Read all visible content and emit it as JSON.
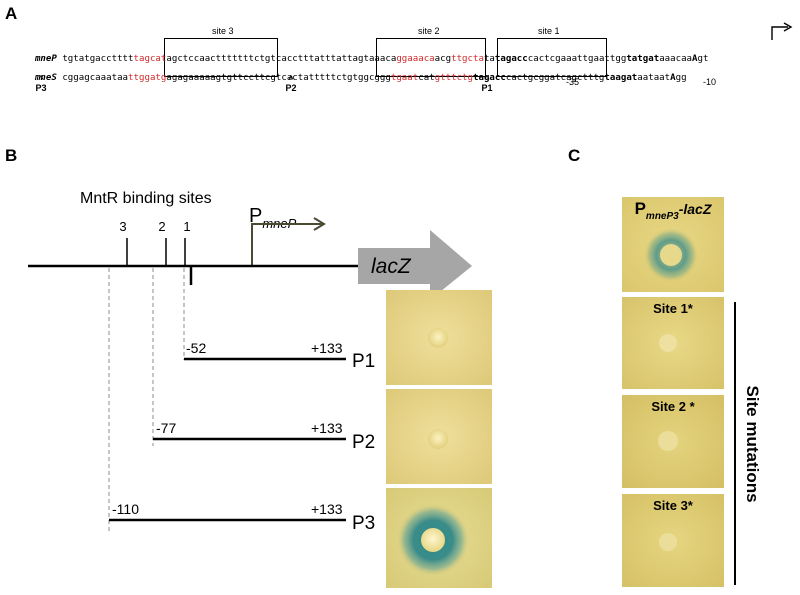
{
  "panels": {
    "a": "A",
    "b": "B",
    "c": "C"
  },
  "panel_a": {
    "sites": [
      "site 3",
      "site 2",
      "site 1"
    ],
    "row1": {
      "name": "mneP",
      "segments": [
        {
          "t": " tgtatgacctttt",
          "s": ""
        },
        {
          "t": "tagcat",
          "s": "r"
        },
        {
          "t": "agctccaactttttttctgtcacctttattta",
          "s": ""
        },
        {
          "t": "ttagtaaaca",
          "s": ""
        },
        {
          "t": "ggaaaca",
          "s": "r"
        },
        {
          "t": "acg",
          "s": ""
        },
        {
          "t": "ttgcta",
          "s": "r"
        },
        {
          "t": "ta",
          "s": ""
        },
        {
          "t": "tagacc",
          "s": "b"
        },
        {
          "t": "cactcgaaattgaattgg",
          "s": ""
        },
        {
          "t": "tatgat",
          "s": "b"
        },
        {
          "t": "aaacaa",
          "s": ""
        },
        {
          "t": "A",
          "s": "b"
        },
        {
          "t": "gt",
          "s": ""
        }
      ]
    },
    "row2": {
      "name": "mneS",
      "segments": [
        {
          "t": " cggagcaaataa",
          "s": ""
        },
        {
          "t": "ttggatg",
          "s": "r"
        },
        {
          "t": "agagaaaaagtgttccttcgtcactatttttctgtggcggg",
          "s": ""
        },
        {
          "t": "tgaat",
          "s": "r"
        },
        {
          "t": "cat",
          "s": ""
        },
        {
          "t": "gtttctg",
          "s": "r"
        },
        {
          "t": "tagacc",
          "s": "b"
        },
        {
          "t": "cactgcggatcagctttg",
          "s": ""
        },
        {
          "t": "taagat",
          "s": "b"
        },
        {
          "t": "aataat",
          "s": ""
        },
        {
          "t": "A",
          "s": "b"
        },
        {
          "t": "gg",
          "s": ""
        }
      ]
    },
    "primers": [
      "P3",
      "P2",
      "P1"
    ],
    "box_minus35": "-35",
    "box_minus10": "-10"
  },
  "panel_b": {
    "binding_title": "MntR binding sites",
    "site_numbers": [
      "3",
      "2",
      "1"
    ],
    "promoter_main": "P",
    "promoter_sub": "mneP",
    "reporter": "lacZ",
    "constructs": [
      {
        "name": "P1",
        "start": "-52",
        "end": "+133"
      },
      {
        "name": "P2",
        "start": "-77",
        "end": "+133"
      },
      {
        "name": "P3",
        "start": "-110",
        "end": "+133"
      }
    ],
    "plates": [
      {
        "label": "P1",
        "blue_halo": false
      },
      {
        "label": "P2",
        "blue_halo": false
      },
      {
        "label": "P3",
        "blue_halo": true
      }
    ]
  },
  "panel_c": {
    "header_main": "P",
    "header_sub": "mneP3",
    "header_suffix": "-lacZ",
    "side_label": "Site mutations",
    "plates": [
      {
        "label": "Site 1*",
        "blue_halo": false
      },
      {
        "label": "Site 2 *",
        "blue_halo": false
      },
      {
        "label": "Site 3*",
        "blue_halo": false
      }
    ]
  },
  "colors": {
    "motif_red": "#d22b2b",
    "plate_yellow": "#e8d68a",
    "halo_blue": "#3a8c8a",
    "arrow_gray": "#a6a6a6",
    "promoter_arrow": "#4d4a33"
  }
}
